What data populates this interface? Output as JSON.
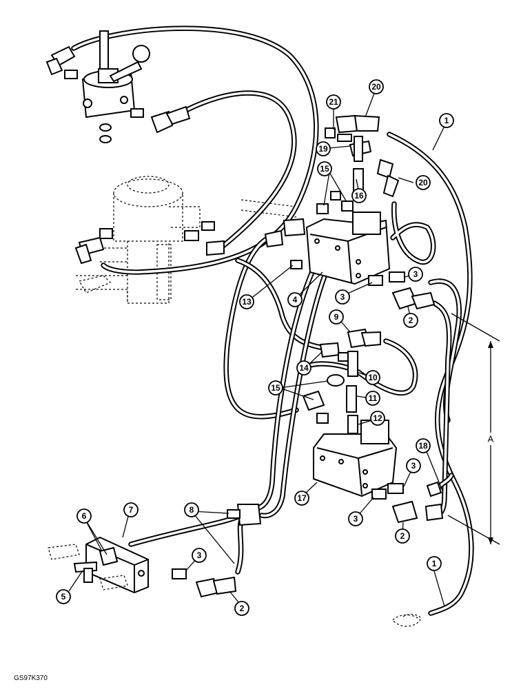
{
  "figure_code": "GS97K370",
  "dimension_label": "A",
  "callouts": [
    "1",
    "1",
    "2",
    "2",
    "2",
    "3",
    "3",
    "3",
    "3",
    "3",
    "4",
    "5",
    "6",
    "7",
    "8",
    "9",
    "10",
    "11",
    "12",
    "13",
    "14",
    "15",
    "15",
    "16",
    "17",
    "18",
    "19",
    "20",
    "20",
    "21"
  ]
}
